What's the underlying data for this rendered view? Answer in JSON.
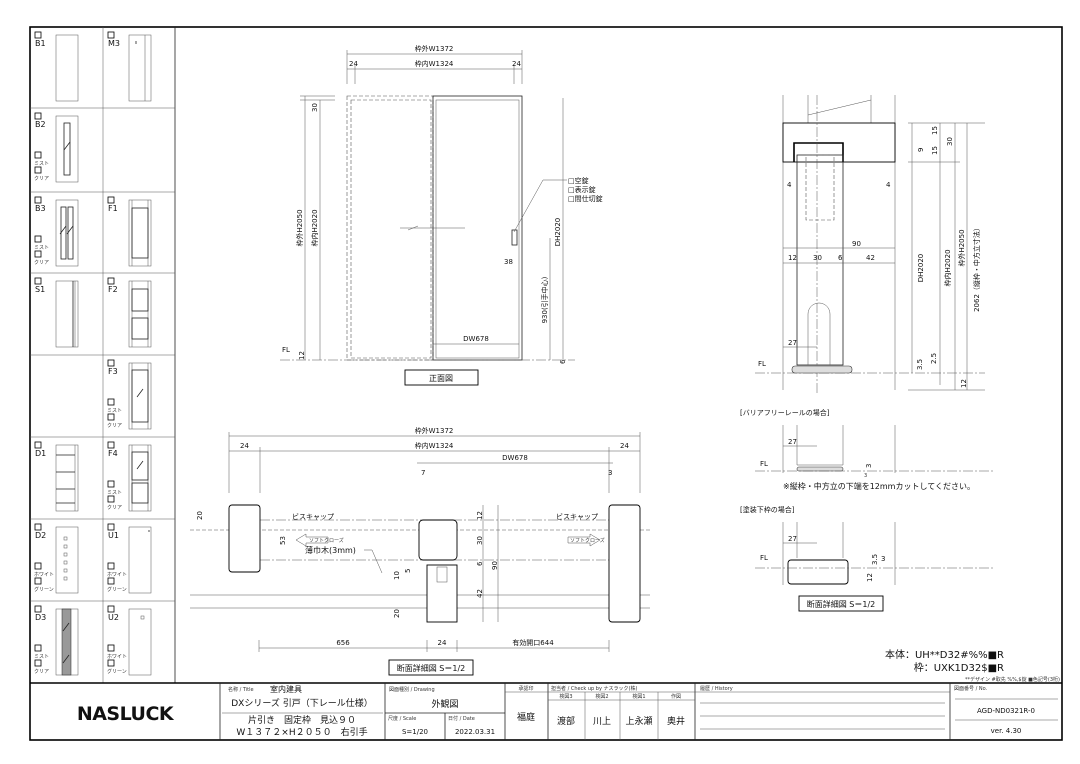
{
  "variants": [
    {
      "code": "B1",
      "options": [],
      "pattern": "plain"
    },
    {
      "code": "M3",
      "options": [],
      "pattern": "m3"
    },
    {
      "code": "B2",
      "options": [
        "ミスト",
        "クリア"
      ],
      "pattern": "b2"
    },
    {
      "code": "",
      "options": [],
      "pattern": "empty"
    },
    {
      "code": "B3",
      "options": [
        "ミスト",
        "クリア"
      ],
      "pattern": "b3"
    },
    {
      "code": "F1",
      "options": [],
      "pattern": "f1"
    },
    {
      "code": "S1",
      "options": [],
      "pattern": "s1"
    },
    {
      "code": "F2",
      "options": [],
      "pattern": "f2"
    },
    {
      "code": "",
      "options": [],
      "pattern": "empty"
    },
    {
      "code": "F3",
      "options": [
        "ミスト",
        "クリア"
      ],
      "pattern": "f3"
    },
    {
      "code": "D1",
      "options": [],
      "pattern": "d1"
    },
    {
      "code": "F4",
      "options": [
        "ミスト",
        "クリア"
      ],
      "pattern": "f4"
    },
    {
      "code": "D2",
      "options": [
        "ホワイト",
        "グリーン"
      ],
      "pattern": "d2"
    },
    {
      "code": "U1",
      "options": [
        "ホワイト",
        "グリーン"
      ],
      "pattern": "u1"
    },
    {
      "code": "D3",
      "options": [
        "ミスト",
        "クリア"
      ],
      "pattern": "d3"
    },
    {
      "code": "U2",
      "options": [
        "ホワイト",
        "グリーン"
      ],
      "pattern": "u2"
    }
  ],
  "elevation": {
    "outer_w": "枠外W1372",
    "inner_w": "枠内W1324",
    "side_l": "24",
    "side_r": "24",
    "outer_h": "枠外H2050",
    "inner_h": "枠内H2020",
    "top_30": "30",
    "fl": "FL",
    "fl_12": "12",
    "dh": "DH2020",
    "handle_h": "930(引手中心)",
    "dim_38": "38",
    "dim_6": "6",
    "dw": "DW678",
    "lock_options": [
      "□空錠",
      "□表示錠",
      "□間仕切錠"
    ],
    "label": "正面図"
  },
  "plan": {
    "outer_w": "枠外W1372",
    "inner_w": "枠内W1324",
    "side_l": "24",
    "side_r": "24",
    "dw": "DW678",
    "dim_7": "7",
    "dim_3": "3",
    "dim_20a": "20",
    "dim_53": "53",
    "screw_cap_l": "ビスキャップ",
    "screw_cap_r": "ビスキャップ",
    "soft_close_l": "ソフトクローズ",
    "soft_close_r": "ソフトクローズ",
    "baseboard": "薄巾木(3mm)",
    "dim_12": "12",
    "dim_30": "30",
    "dim_6": "6",
    "dim_90": "90",
    "dim_42": "42",
    "dim_10": "10",
    "dim_5": "5",
    "dim_20b": "20",
    "bottom_656": "656",
    "bottom_24": "24",
    "bottom_open": "有効開口644",
    "label": "断面詳細図 S＝1/2"
  },
  "section": {
    "d15a": "15",
    "d9": "9",
    "d15b": "15",
    "d30": "30",
    "d4l": "4",
    "d4r": "4",
    "d90": "90",
    "d12": "12",
    "d30b": "30",
    "d6": "6",
    "d42": "42",
    "d27": "27",
    "d35": "3.5",
    "d25": "2.5",
    "fl": "FL",
    "d12b": "12",
    "dh": "DH2020",
    "inner_h": "枠内H2020",
    "outer_h": "枠外H2050",
    "h2062": "2062（縦枠・中方立寸法）"
  },
  "details": {
    "barrier_title": "[バリアフリーレールの場合]",
    "b27": "27",
    "b3": "3",
    "b3b": "3",
    "fl": "FL",
    "note": "※縦枠・中方立の下端を12mmカットしてください。",
    "painted_title": "[塗装下枠の場合]",
    "p27": "27",
    "p35": "3.5",
    "p3": "3",
    "p12": "12",
    "label": "断面詳細図 S＝1/2"
  },
  "product": {
    "body": "本体：UH**D32#%%■R",
    "frame": "枠：UXK1D32$■R",
    "legend": "**デザイン #取先 %%,$錠 ■色記号(3桁)"
  },
  "title_block": {
    "logo": "NASLUCK",
    "title_hdr": "名称 / Title",
    "title_1": "室内建具",
    "title_2": "DXシリーズ 引戸（下レール仕様）",
    "title_3": "片引き　固定枠　見込９０",
    "title_4": "W１３７２×H２０５０　右引手",
    "drawing_hdr": "図面種別 / Drawing",
    "drawing": "外観図",
    "scale_hdr": "尺度 / Scale",
    "scale": "S=1/20",
    "date_hdr": "日付 / Date",
    "date": "2022.03.31",
    "approve_hdr": "承認印",
    "approver": "福庭",
    "check_hdr": "担当者 / Check up by ナスラック(株)",
    "checkers": [
      {
        "role": "検図3",
        "name": "渡部"
      },
      {
        "role": "検図2",
        "name": "川上"
      },
      {
        "role": "検図1",
        "name": "上永瀬"
      },
      {
        "role": "作図",
        "name": "奥井"
      }
    ],
    "history_hdr": "履歴 / History",
    "no_hdr": "図面番号 / No.",
    "drawing_no": "AGD-ND0321R-0",
    "version": "ver. 4.30"
  }
}
